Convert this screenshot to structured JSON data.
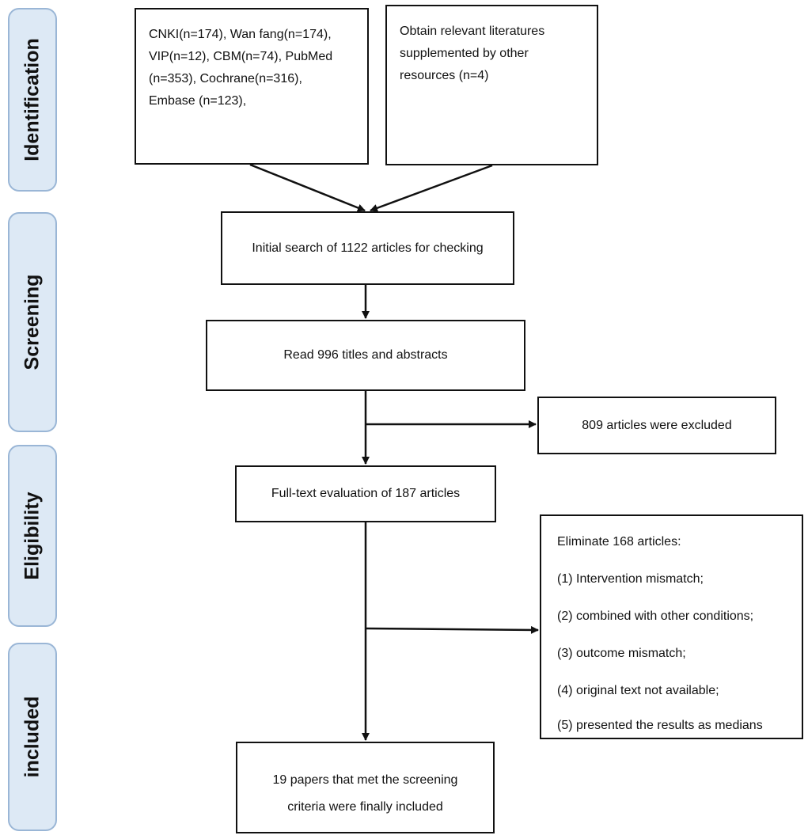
{
  "stages": {
    "identification": "Identification",
    "screening": "Screening",
    "eligibility": "Eligibility",
    "included": "included"
  },
  "boxes": {
    "databases": {
      "line1": "CNKI(n=174), Wan fang(n=174),",
      "line2": "VIP(n=12), CBM(n=74), PubMed",
      "line3": "(n=353), Cochrane(n=316),",
      "line4": "Embase (n=123),"
    },
    "other_resources": {
      "line1": "Obtain relevant literatures",
      "line2": "supplemented by other",
      "line3": "resources (n=4)"
    },
    "initial_search": "Initial search of 1122 articles for checking",
    "read_titles": "Read 996 titles and abstracts",
    "excluded": "809 articles were excluded",
    "full_text": "Full-text evaluation of 187 articles",
    "eliminate": {
      "heading": "Eliminate 168 articles:",
      "items": [
        "(1)  Intervention mismatch;",
        "(2)  combined with other conditions;",
        "(3)  outcome mismatch;",
        "(4)  original text not available;",
        "(5) presented the results as medians"
      ]
    },
    "included": {
      "line1": "19 papers that met the screening",
      "line2": "criteria were finally included"
    }
  },
  "colors": {
    "stage_fill": "#dde9f5",
    "stage_border": "#9ab6d6",
    "box_border": "#111111",
    "arrow": "#111111"
  }
}
